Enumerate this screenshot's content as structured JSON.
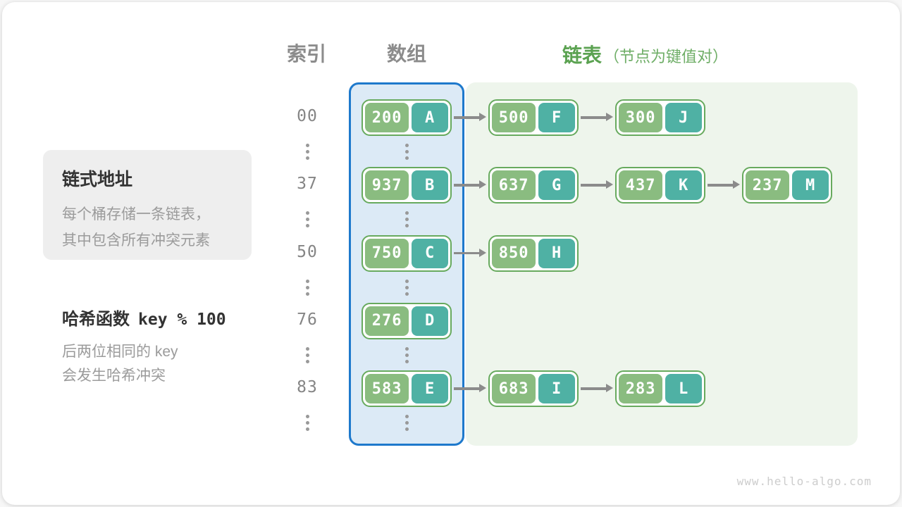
{
  "headers": {
    "index": "索引",
    "array": "数组",
    "list": "链表",
    "list_note": "（节点为键值对）"
  },
  "info_box": {
    "title": "链式地址",
    "line1": "每个桶存储一条链表，",
    "line2": "其中包含所有冲突元素"
  },
  "hash_note": {
    "title_cjk": "哈希函数",
    "title_code": "key % 100",
    "line1": "后两位相同的 key",
    "line2": "会发生哈希冲突"
  },
  "watermark": "www.hello-algo.com",
  "colors": {
    "header-gray": "#8c8c8c",
    "green-title": "#5ba251",
    "green-note": "#6fae67",
    "array-fill": "#dceaf6",
    "array-border": "#1e79cc",
    "list-fill": "#eef5ec",
    "node-border": "#67aa5e",
    "node-key": "#8abc80",
    "node-value": "#4fb1a4",
    "arrow": "#8b8b8b",
    "index-text": "#858585",
    "dot": "#999999",
    "info-bg": "#eeeeee",
    "title-dark": "#333333",
    "body-gray": "#9b9b9b",
    "watermark": "#cdcdcd"
  },
  "diagram": {
    "type": "hash-table-separate-chaining",
    "rows": [
      {
        "index": "00",
        "nodes": [
          {
            "key": "200",
            "value": "A"
          },
          {
            "key": "500",
            "value": "F"
          },
          {
            "key": "300",
            "value": "J"
          }
        ]
      },
      {
        "index": "37",
        "nodes": [
          {
            "key": "937",
            "value": "B"
          },
          {
            "key": "637",
            "value": "G"
          },
          {
            "key": "437",
            "value": "K"
          },
          {
            "key": "237",
            "value": "M"
          }
        ]
      },
      {
        "index": "50",
        "nodes": [
          {
            "key": "750",
            "value": "C"
          },
          {
            "key": "850",
            "value": "H"
          }
        ]
      },
      {
        "index": "76",
        "nodes": [
          {
            "key": "276",
            "value": "D"
          }
        ]
      },
      {
        "index": "83",
        "nodes": [
          {
            "key": "583",
            "value": "E"
          },
          {
            "key": "683",
            "value": "I"
          },
          {
            "key": "283",
            "value": "L"
          }
        ]
      }
    ]
  }
}
